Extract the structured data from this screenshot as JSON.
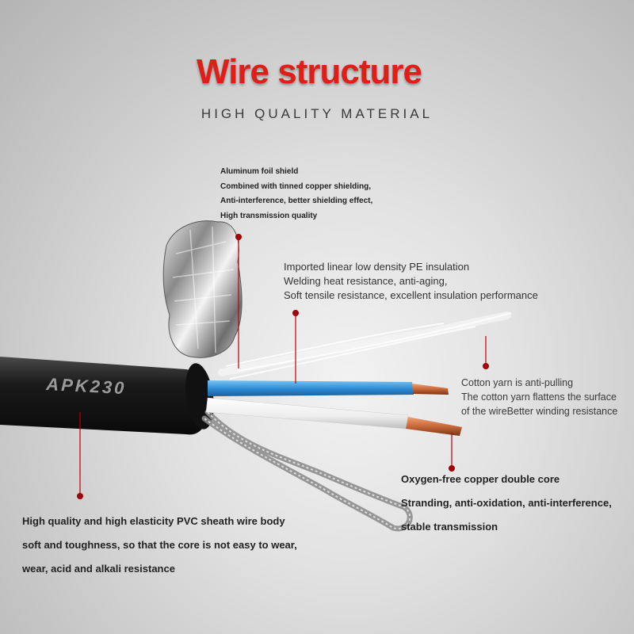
{
  "title": "Wire structure",
  "subtitle": "HIGH QUALITY MATERIAL",
  "cable_marking": "APK230",
  "colors": {
    "title": "#e01d16",
    "leader_line": "#b8000a",
    "leader_dot": "#a0000a",
    "jacket": "#1a1a1a",
    "blue_wire": "#2f8fd6",
    "white_wire": "#f4f4f4",
    "copper": "#c7683a"
  },
  "annotations": {
    "foil": [
      "Aluminum foil shield",
      "Combined with tinned copper shielding,",
      "Anti-interference, better shielding effect,",
      "High transmission quality"
    ],
    "pe": [
      "Imported linear low density PE insulation",
      "Welding heat resistance, anti-aging,",
      "Soft tensile resistance, excellent insulation performance"
    ],
    "cotton": [
      "Cotton yarn is anti-pulling",
      "The cotton yarn flattens the surface",
      "of the wireBetter winding resistance"
    ],
    "copper": [
      "Oxygen-free copper double core",
      "Stranding, anti-oxidation, anti-interference,",
      "stable transmission"
    ],
    "pvc": [
      "High quality and high elasticity PVC sheath wire body",
      "soft and toughness, so that the core is not easy to wear,",
      "wear, acid and alkali resistance"
    ]
  }
}
